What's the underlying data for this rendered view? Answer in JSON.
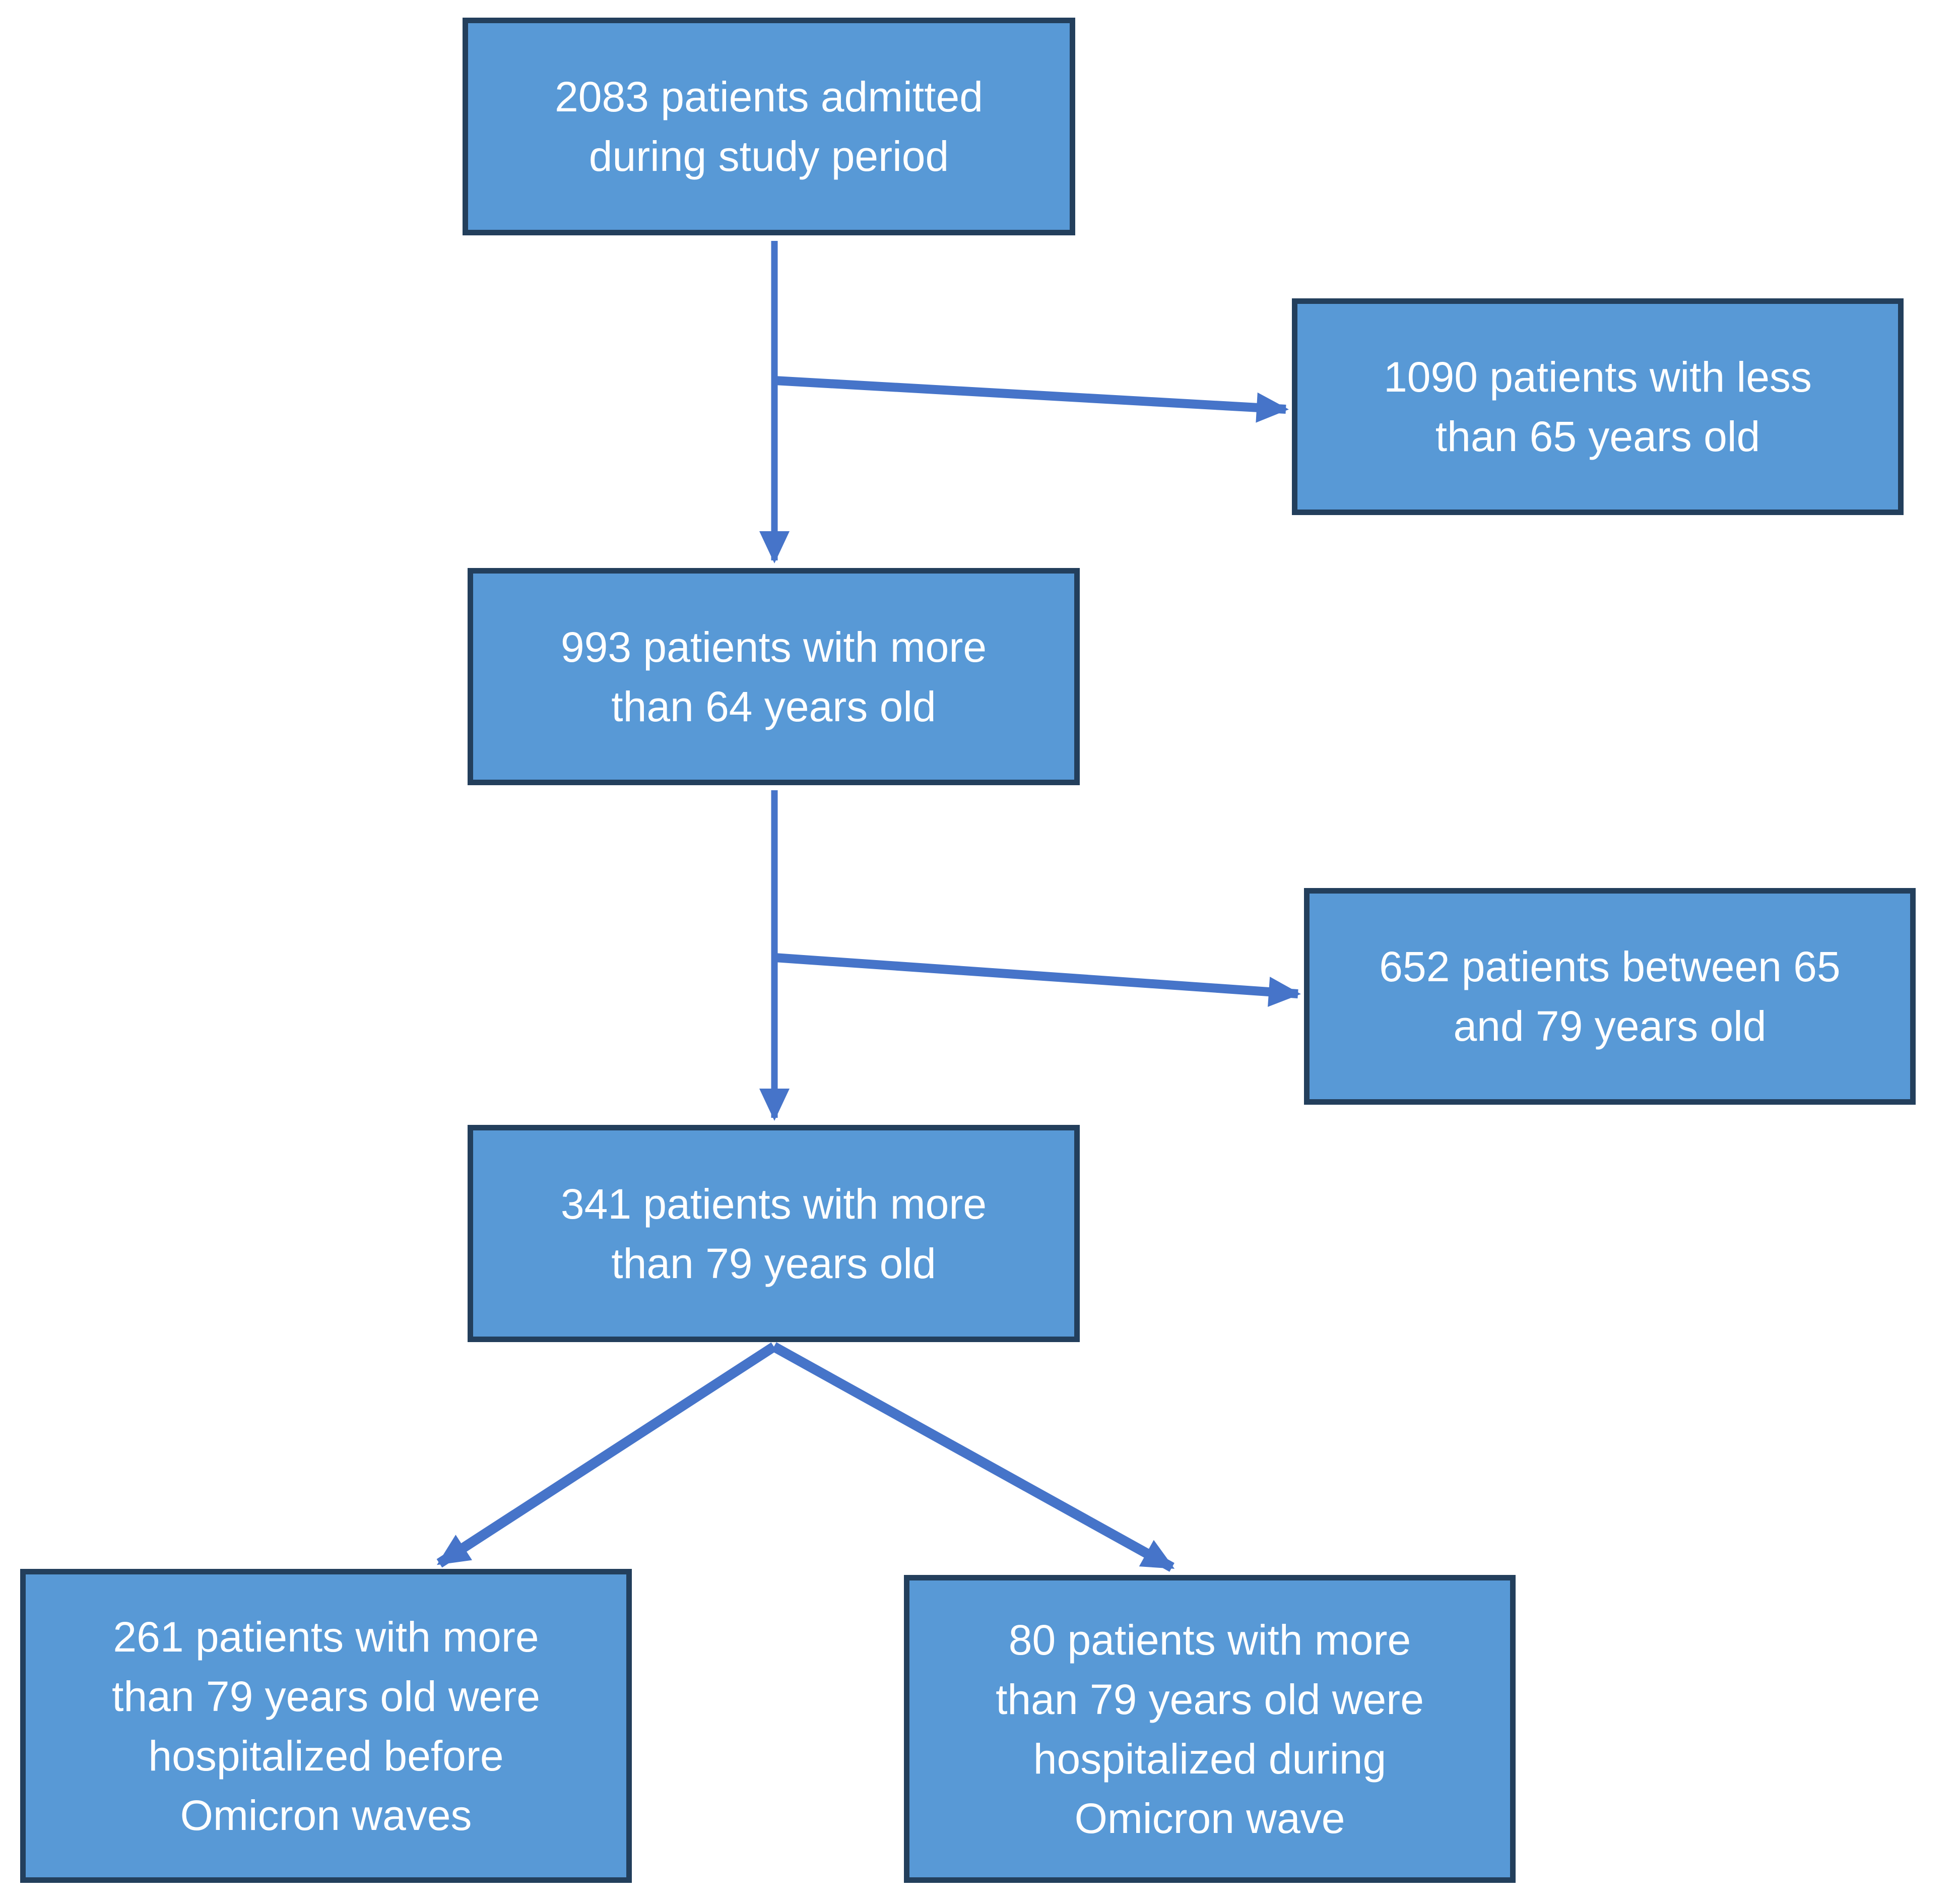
{
  "diagram": {
    "type": "flowchart",
    "background": "#ffffff",
    "colors": {
      "node_fill": "#5899D6",
      "node_border": "#233F5C",
      "node_text": "#FFFFFF",
      "arrow": "#4674C9"
    },
    "nodes": [
      {
        "id": "admitted",
        "text": "2083 patients admitted during study period",
        "lines": [
          "2083 patients admitted",
          "during study period"
        ]
      },
      {
        "id": "under-65",
        "text": "1090 patients with less than 65 years old",
        "lines": [
          "1090 patients with less",
          "than 65 years old"
        ]
      },
      {
        "id": "over-64",
        "text": "993 patients with more than 64 years old",
        "lines": [
          "993 patients with more",
          "than 64 years old"
        ]
      },
      {
        "id": "age-65-79",
        "text": "652 patients between 65 and 79 years old",
        "lines": [
          "652 patients between 65",
          "and 79 years old"
        ]
      },
      {
        "id": "over-79",
        "text": "341 patients with more than 79 years old",
        "lines": [
          "341 patients with more",
          "than 79 years old"
        ]
      },
      {
        "id": "before-omicron",
        "text": "261 patients with more than 79 years old were hospitalized before Omicron waves",
        "lines": [
          "261 patients with more",
          "than 79 years old were",
          "hospitalized before",
          "Omicron waves"
        ]
      },
      {
        "id": "during-omicron",
        "text": "80 patients with more than 79 years old were hospitalized during Omicron wave",
        "lines": [
          "80 patients with more",
          "than 79 years old were",
          "hospitalized during",
          "Omicron wave"
        ]
      }
    ],
    "edges": [
      {
        "from": "admitted",
        "to": "over-64"
      },
      {
        "from": "admitted",
        "to": "under-65"
      },
      {
        "from": "over-64",
        "to": "over-79"
      },
      {
        "from": "over-64",
        "to": "age-65-79"
      },
      {
        "from": "over-79",
        "to": "before-omicron"
      },
      {
        "from": "over-79",
        "to": "during-omicron"
      }
    ]
  }
}
